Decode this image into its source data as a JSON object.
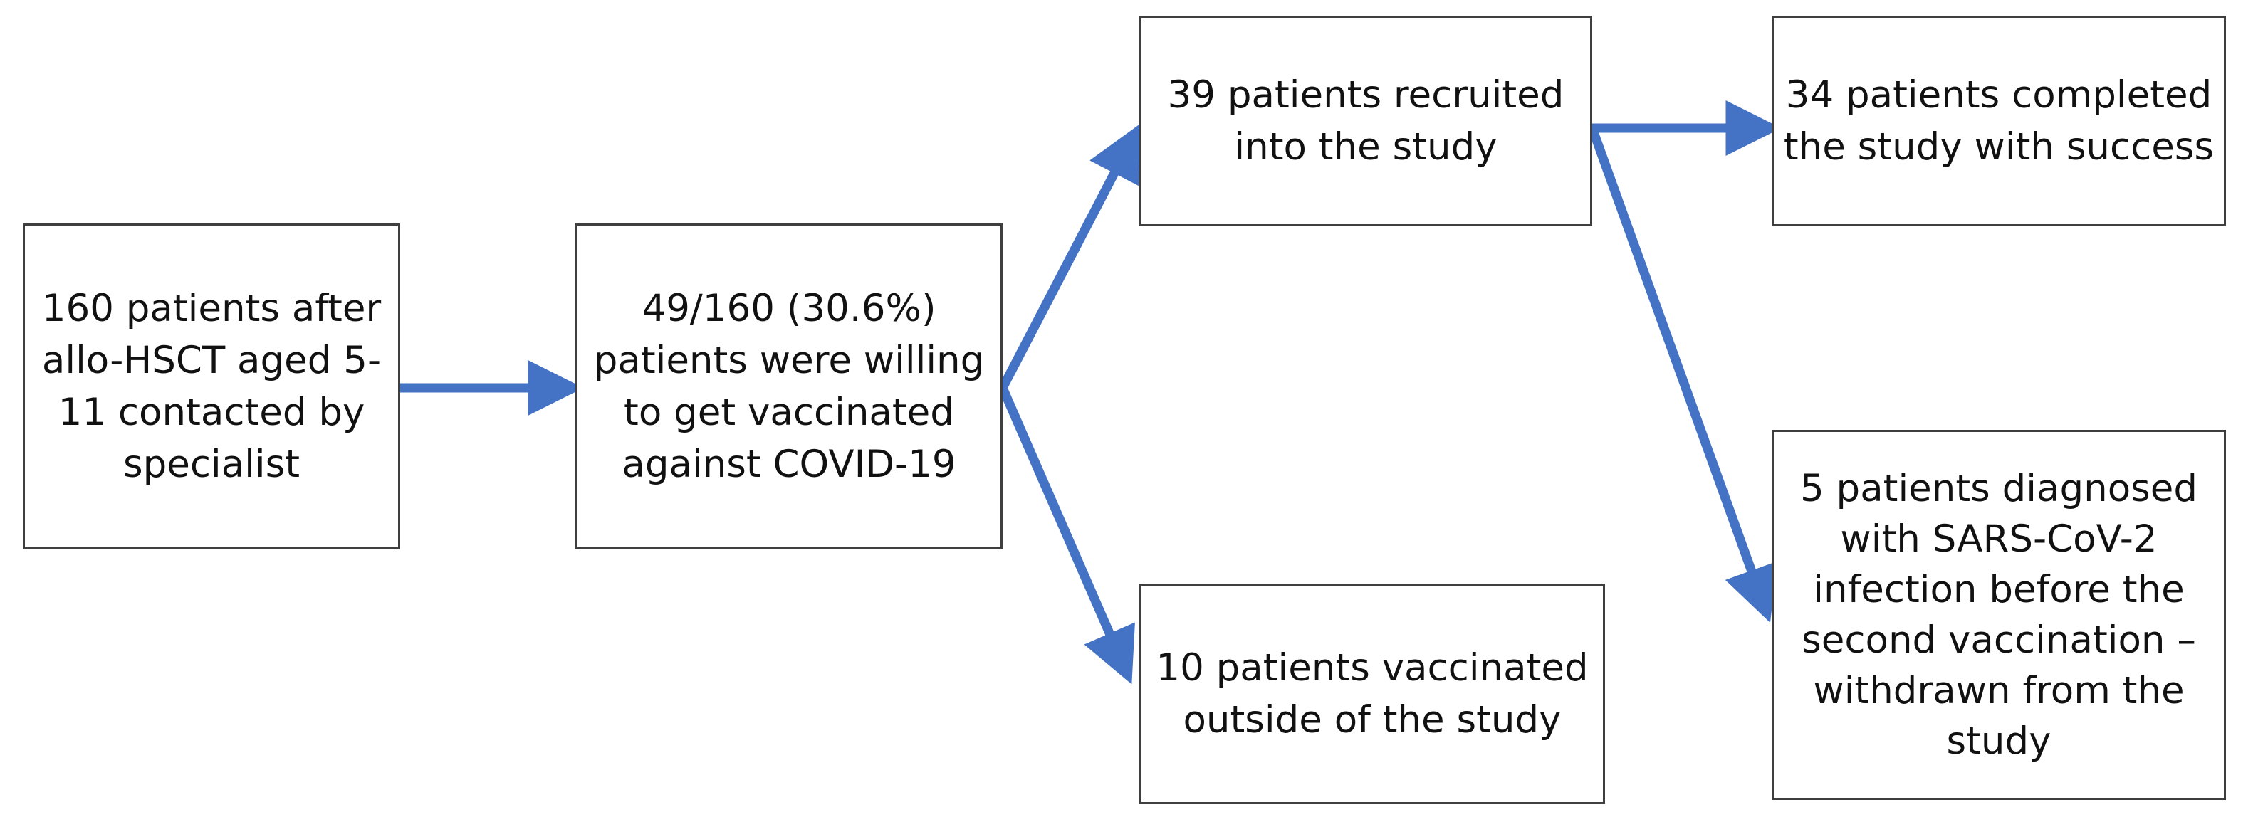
{
  "colors": {
    "arrow": "#4472c4",
    "box_border": "#3f3f3f",
    "text": "#111111",
    "background": "#ffffff"
  },
  "nodes": {
    "contacted": {
      "text": "160 patients after allo-HSCT aged 5-11 contacted by specialist"
    },
    "willing": {
      "text": "49/160 (30.6%) patients were willing to get vaccinated against COVID-19"
    },
    "recruited": {
      "text": "39 patients recruited into the study"
    },
    "outside": {
      "text": "10 patients vaccinated outside of the study"
    },
    "completed": {
      "text": "34 patients completed the study with success"
    },
    "withdrawn": {
      "text": "5 patients diagnosed with SARS-CoV-2 infection before the second vaccination – withdrawn from the study"
    }
  },
  "edges": [
    {
      "from": "contacted",
      "to": "willing"
    },
    {
      "from": "willing",
      "to": "recruited"
    },
    {
      "from": "willing",
      "to": "outside"
    },
    {
      "from": "recruited",
      "to": "completed"
    },
    {
      "from": "recruited",
      "to": "withdrawn"
    }
  ]
}
